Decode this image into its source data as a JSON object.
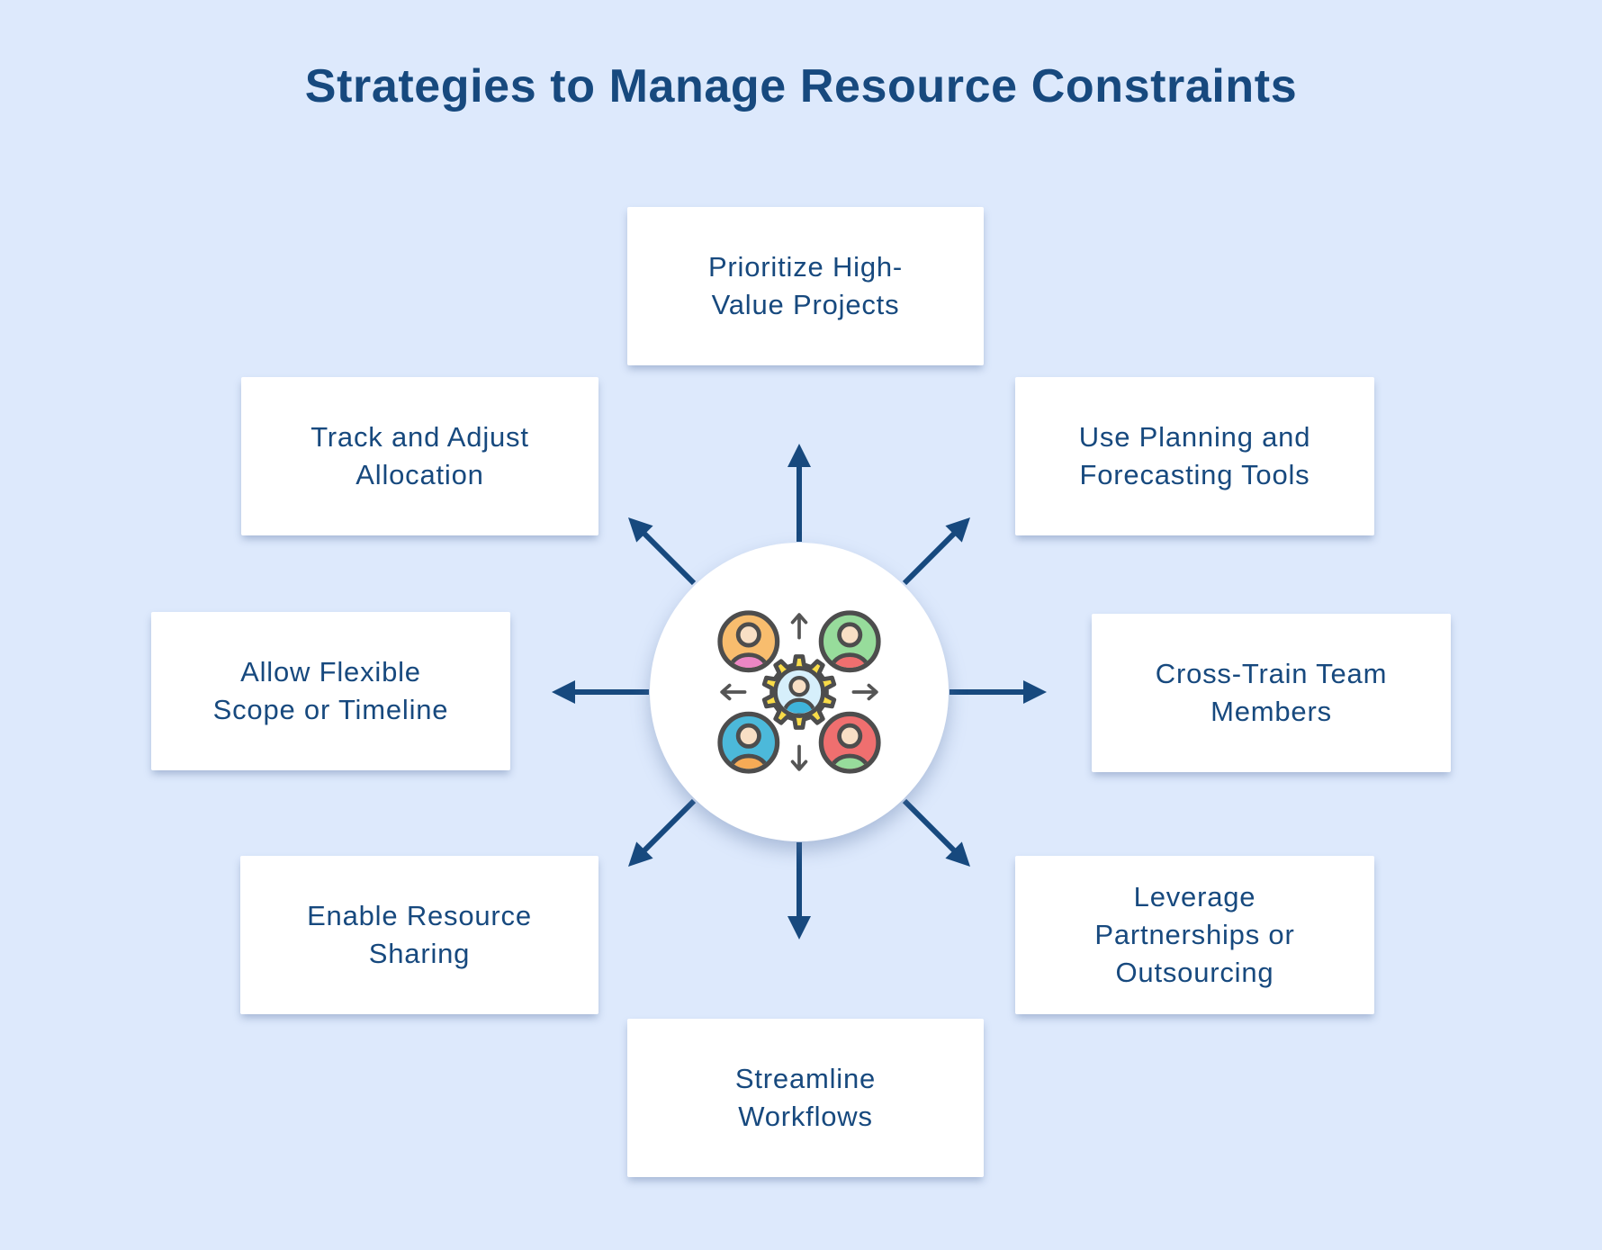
{
  "title": "Strategies to Manage Resource Constraints",
  "strategies": [
    {
      "position": "top",
      "lines": [
        "Prioritize High-",
        "Value Projects"
      ]
    },
    {
      "position": "top-right",
      "lines": [
        "Use Planning and",
        "Forecasting Tools"
      ]
    },
    {
      "position": "right",
      "lines": [
        "Cross-Train Team",
        "Members"
      ]
    },
    {
      "position": "bottom-right",
      "lines": [
        "Leverage",
        "Partnerships or",
        "Outsourcing"
      ]
    },
    {
      "position": "bottom",
      "lines": [
        "Streamline",
        "Workflows"
      ]
    },
    {
      "position": "bottom-left",
      "lines": [
        "Enable Resource",
        "Sharing"
      ]
    },
    {
      "position": "left",
      "lines": [
        "Allow Flexible",
        "Scope or Timeline"
      ]
    },
    {
      "position": "top-left",
      "lines": [
        "Track and Adjust",
        "Allocation"
      ]
    }
  ],
  "colors": {
    "background": "#dde9fc",
    "navy": "#17497e",
    "arrow": "#17497e",
    "card_background": "#ffffff",
    "icon": {
      "outline": "#4d4d4d",
      "inner_arrows": "#555555",
      "skin": "#f8dfc5",
      "gear": "#f9dc48",
      "gear_inner": "#d6effb",
      "center_person_body": "#3fb3da",
      "avatar_top_left": "#f8bd6e",
      "avatar_top_left_body": "#ec86c4",
      "avatar_top_right": "#97dc9b",
      "avatar_top_right_body": "#ef6f6f",
      "avatar_bottom_left": "#4cb9da",
      "avatar_bottom_left_body": "#f5ab56",
      "avatar_bottom_right": "#ef6f6f",
      "avatar_bottom_right_body": "#97dc9b"
    }
  }
}
